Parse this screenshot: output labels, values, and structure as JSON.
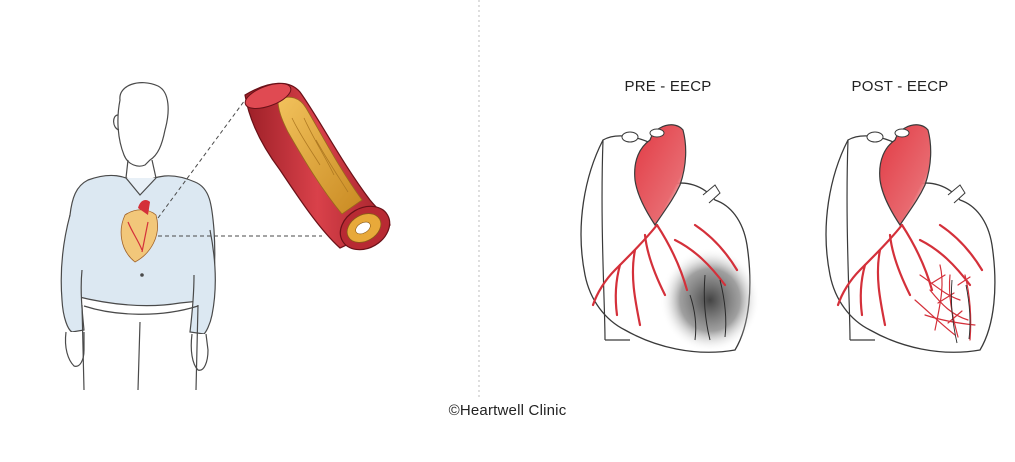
{
  "labels": {
    "pre": "PRE - EECP",
    "post": "POST - EECP"
  },
  "credit": "©Heartwell Clinic",
  "colors": {
    "artery_red": "#d4303a",
    "plaque_yellow": "#e8a93a",
    "shirt_blue": "#dce8f2",
    "ischemia_gray": "#555555",
    "outline": "#4a4a4a"
  }
}
